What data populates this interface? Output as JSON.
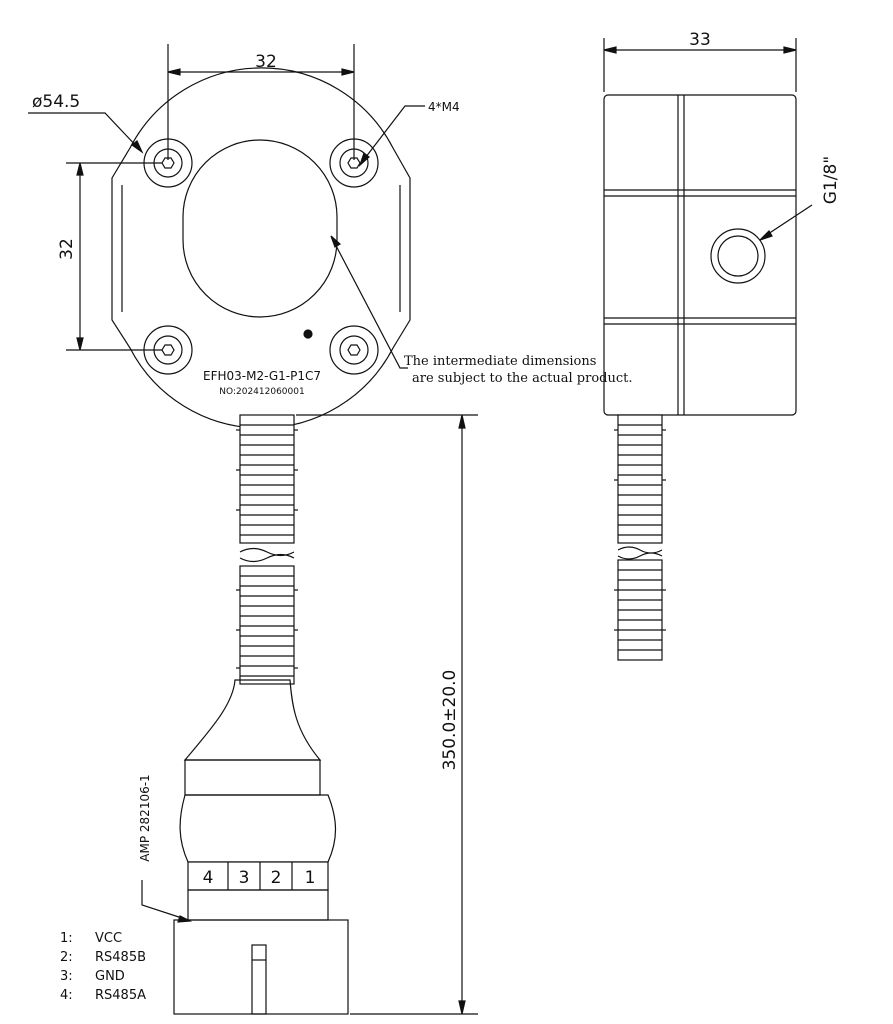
{
  "dimensions": {
    "top_width": "32",
    "diameter": "ø54.5",
    "holes": "4*M4",
    "left_height": "32",
    "side_width": "33",
    "thread": "G1/8\"",
    "cable_length": "350.0±20.0"
  },
  "labels": {
    "model": "EFH03-M2-G1-P1C7",
    "serial": "NO:202412060001",
    "note_line1": "The intermediate dimensions",
    "note_line2": "are subject to the actual product.",
    "connector": "AMP 282106-1"
  },
  "pins": [
    "4",
    "3",
    "2",
    "1"
  ],
  "pinout": [
    {
      "num": "1:",
      "signal": "VCC"
    },
    {
      "num": "2:",
      "signal": "RS485B"
    },
    {
      "num": "3:",
      "signal": "GND"
    },
    {
      "num": "4:",
      "signal": "RS485A"
    }
  ]
}
